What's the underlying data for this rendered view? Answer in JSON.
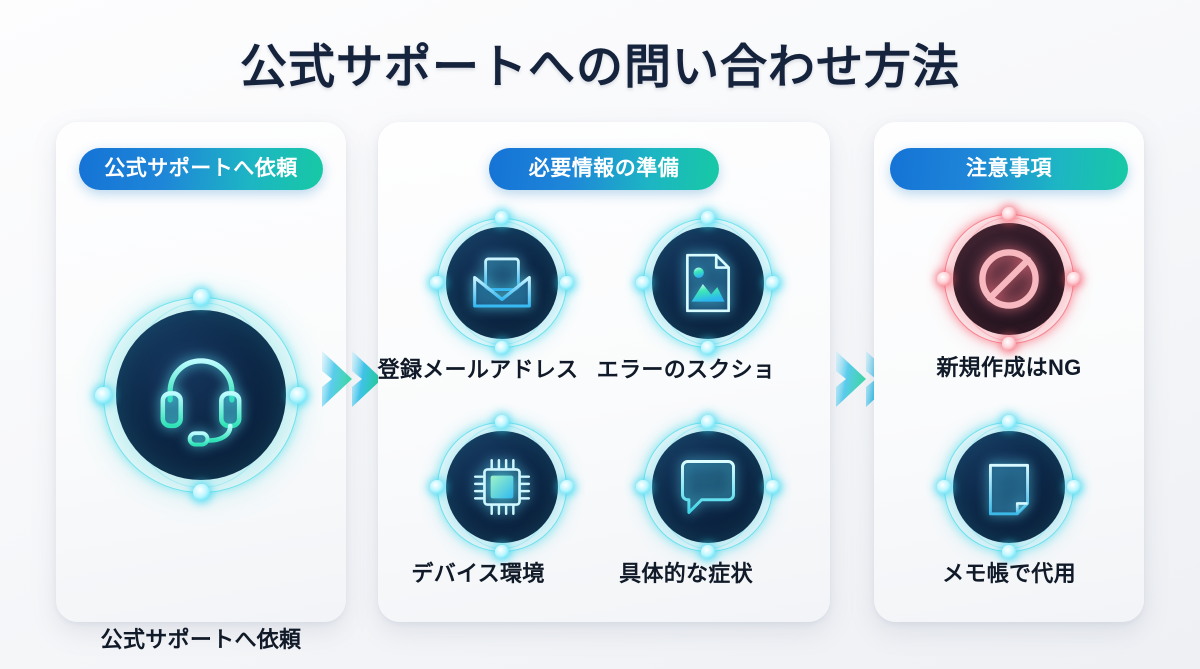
{
  "page": {
    "title": "公式サポートへの問い合わせ方法",
    "background_color": "#f5f6f9",
    "accent_blue": "#1573d6",
    "accent_teal": "#17c9a4",
    "accent_danger": "#f4606f",
    "text_color": "#111a28"
  },
  "cards": [
    {
      "id": "card-1",
      "header_label": "公式サポートへ依頼",
      "items": [
        {
          "label": "公式サポートへ依頼",
          "icon": "headset-icon",
          "tone": "cyan"
        }
      ]
    },
    {
      "id": "card-2",
      "header_label": "必要情報の準備",
      "items": [
        {
          "label": "登録メールアドレス",
          "icon": "envelope-icon",
          "tone": "cyan"
        },
        {
          "label": "エラーのスクショ",
          "icon": "image-file-icon",
          "tone": "cyan"
        },
        {
          "label": "デバイス環境",
          "icon": "cpu-chip-icon",
          "tone": "cyan"
        },
        {
          "label": "具体的な症状",
          "icon": "speech-bubble-icon",
          "tone": "cyan"
        }
      ]
    },
    {
      "id": "card-3",
      "header_label": "注意事項",
      "items": [
        {
          "label": "新規作成はNG",
          "icon": "prohibition-icon",
          "tone": "danger"
        },
        {
          "label": "メモ帳で代用",
          "icon": "notepad-icon",
          "tone": "cyan"
        }
      ]
    }
  ],
  "connectors": [
    {
      "id": "arrow-1",
      "icon": "double-chevron-right-icon"
    },
    {
      "id": "arrow-2",
      "icon": "double-chevron-right-icon"
    }
  ]
}
